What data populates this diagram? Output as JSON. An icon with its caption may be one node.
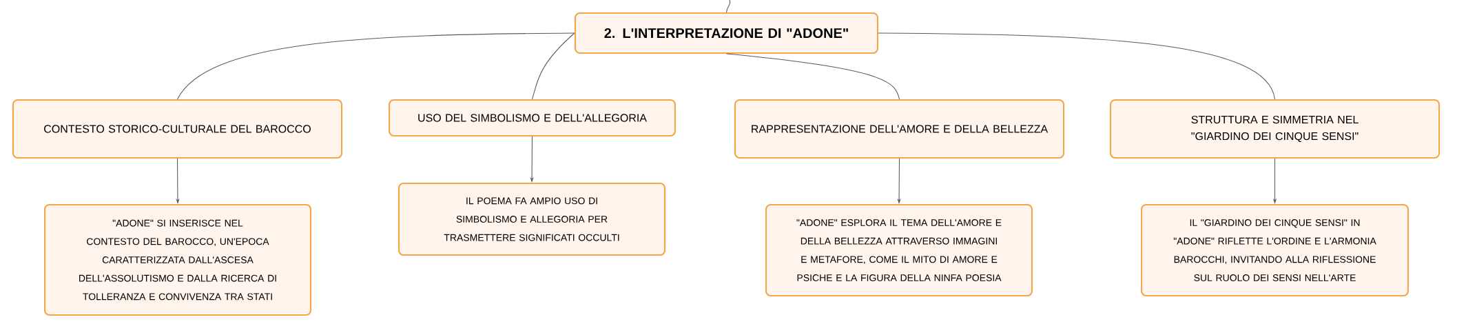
{
  "diagram": {
    "nodes": [
      {
        "text": [
          "2. L'INTERPRETAZIONE DI \"ADONE\""
        ]
      },
      {
        "text": [
          "CONTESTO STORICO-CULTURALE DEL BAROCCO"
        ]
      },
      {
        "text": [
          "\"ADONE\" SI INSERISCE NEL CONTESTO DEL BAROCCO, UN'EPOCA CARATTERIZZATA DALL'ASCESA DELL'ASSOLUTISMO E DALLA RICERCA DI TOLLERANZA E CONVIVENZA TRA STATI"
        ]
      },
      {
        "text": [
          "USO DEL SIMBOLISMO E DELL'ALLEGORIA"
        ]
      },
      {
        "text": [
          "IL POEMA FA AMPIO USO DI SIMBOLISMO E ALLEGORIA PER TRASMETTERE SIGNIFICATI OCCULTI"
        ]
      },
      {
        "text": [
          "RAPPRESENTAZIONE DELL'AMORE E DELLA BELLEZZA"
        ]
      },
      {
        "text": [
          "\"ADONE\" ESPLORA IL TEMA DELL'AMORE E DELLA BELLEZZA ATTRAVERSO IMMAGINI E METAFORE, COME IL MITO DI AMORE E PSICHE E LA FIGURA DELLA NINFA POESIA"
        ]
      },
      {
        "text": [
          "STRUTTURA E SIMMETRIA NEL \"GIARDINO DEI CINQUE SENSI\""
        ]
      },
      {
        "text": [
          "IL \"GIARDINO DEI CINQUE SENSI\" IN \"ADONE\" RIFLETTE L'ORDINE E L'ARMONIA BAROCCHI, INVITANDO ALLA RIFLESSIONE SUL RUOLO DEI SENSI NELL'ARTE"
        ]
      }
    ],
    "edges": [
      {
        "from": null,
        "to": 0,
        "arrow": "none"
      },
      {
        "from": 0,
        "to": 1,
        "arrow": "none"
      },
      {
        "from": 0,
        "to": 3,
        "arrow": "none"
      },
      {
        "from": 0,
        "to": 5,
        "arrow": "none"
      },
      {
        "from": 0,
        "to": 7,
        "arrow": "none"
      },
      {
        "from": 1,
        "to": 2,
        "arrow": "to"
      },
      {
        "from": 3,
        "to": 4,
        "arrow": "to"
      },
      {
        "from": 5,
        "to": 6,
        "arrow": "to"
      },
      {
        "from": 7,
        "to": 8,
        "arrow": "to"
      }
    ]
  }
}
